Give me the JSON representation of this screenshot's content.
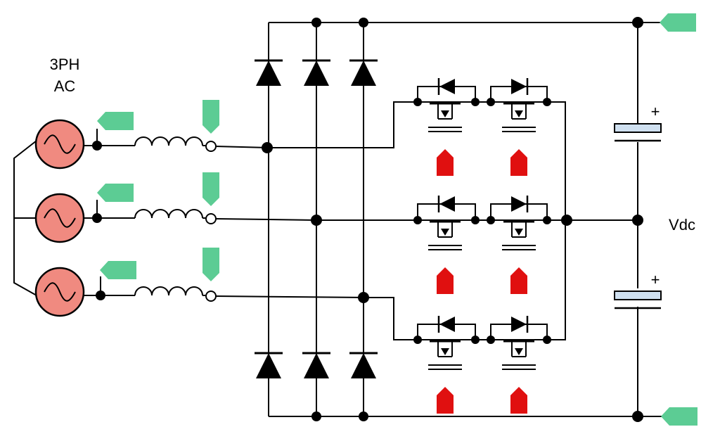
{
  "labels": {
    "source_line1": "3PH",
    "source_line2": "AC",
    "vdc": "Vdc",
    "plus": "+"
  },
  "colors": {
    "source_fill": "#f08a80",
    "tag_green": "#5ccc94",
    "gate_red": "#e01010",
    "wire": "#000000",
    "cap_plate": "#cfe0f0"
  },
  "icons": {
    "ac_source": "sine-icon",
    "voltage_probe": "tag-icon",
    "gate_drive": "gate-signal-icon"
  }
}
